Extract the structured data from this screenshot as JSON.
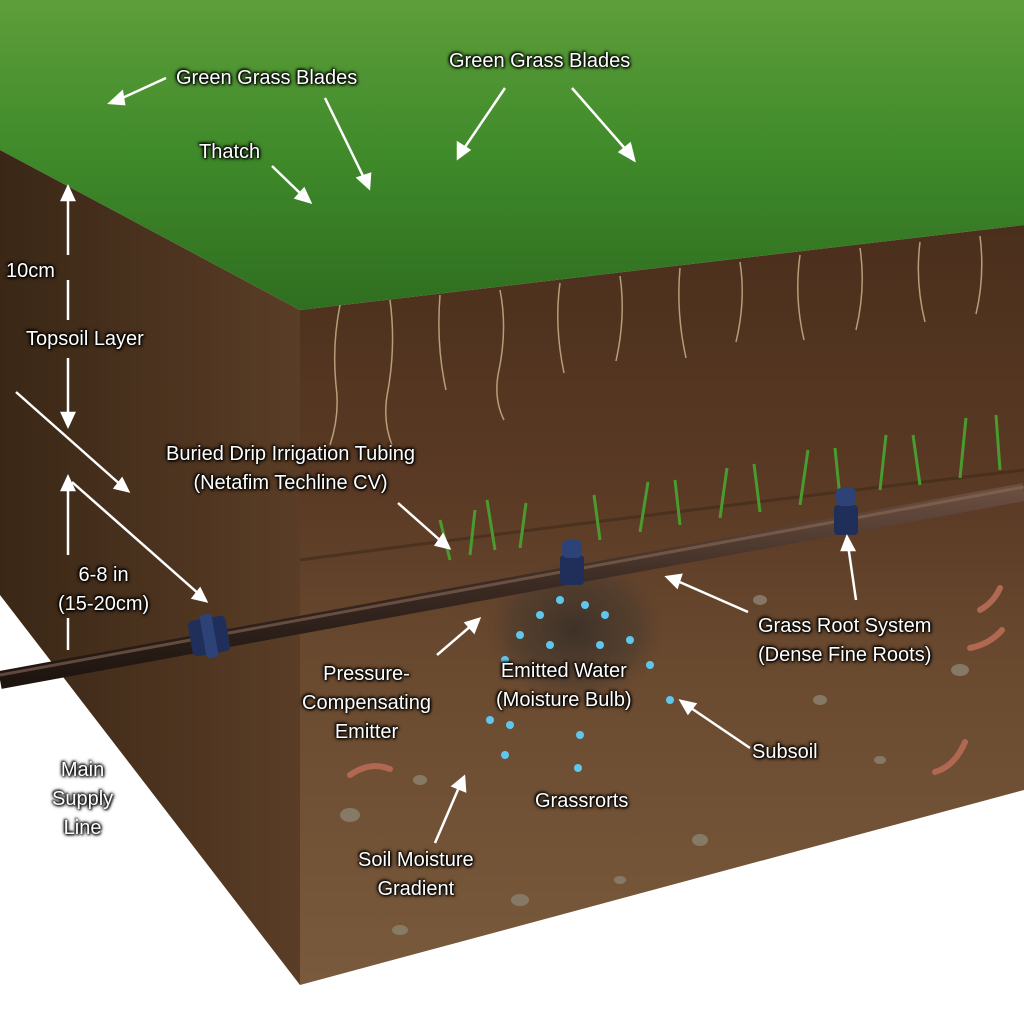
{
  "colors": {
    "grass": "#3f8a2a",
    "topsoil": "#4a2f1c",
    "subsoil": "#6b4b30",
    "pipe": "#3a2a22",
    "fitting": "#1f2f5a",
    "water": "#5fc7ee"
  },
  "labels": {
    "grass_blades_left": "Green Grass Blades",
    "grass_blades_top": "Green Grass Blades",
    "thatch": "Thatch",
    "depth_top": "10cm",
    "topsoil_layer": "Topsoil Layer",
    "drip_tubing": [
      "Buried Drip Irrigation Tubing",
      "(Netafim Techline CV)"
    ],
    "depth_pipe": [
      "6-8 in",
      "(15-20cm)"
    ],
    "emitter": [
      "Pressure-",
      "Compensating",
      "Emitter"
    ],
    "emitted_water": [
      "Emitted Water",
      "(Moisture Bulb)"
    ],
    "root_system": [
      "Grass Root System",
      "(Dense Fine Roots)"
    ],
    "subsoil": "Subsoil",
    "grassroots": "Grassrorts",
    "moisture_gradient": [
      "Soil Moisture",
      "Gradient"
    ],
    "main_supply": [
      "Main",
      "Supply",
      "Line"
    ]
  }
}
